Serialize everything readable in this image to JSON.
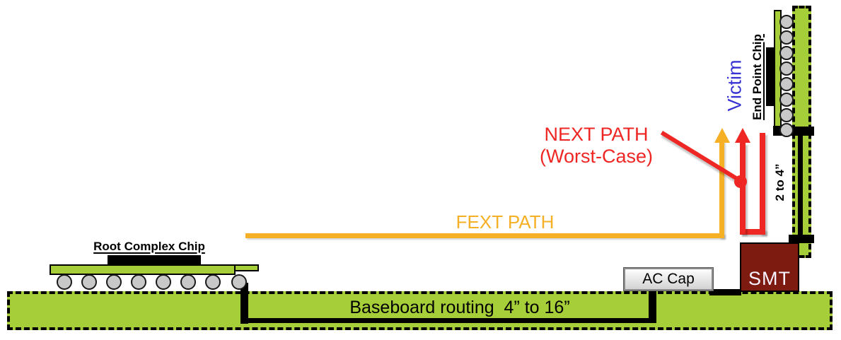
{
  "labels": {
    "root_complex_chip": "Root Complex Chip",
    "end_point_chip": "End Point Chip",
    "victim": "Victim",
    "next_path_line1": "NEXT PATH",
    "next_path_line2": "(Worst-Case)",
    "fext_path": "FEXT PATH",
    "baseboard_routing": "Baseboard routing  4” to 16”",
    "ac_cap": "AC Cap",
    "smt": "SMT",
    "card_routing": "2 to 4”"
  },
  "colors": {
    "board_green": "#A5CE39",
    "ball_gray": "#C8C8C8",
    "smt_maroon": "#7D1B11",
    "fext_orange": "#F6B026",
    "next_red": "#EE2724",
    "victim_blue": "#3832D2",
    "chip_black": "#000000"
  },
  "structure": {
    "root_complex_ball_count": 8,
    "end_point_ball_count": 8
  }
}
